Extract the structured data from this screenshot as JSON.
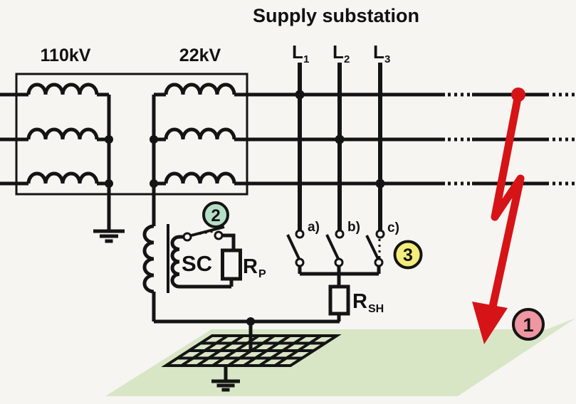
{
  "title": "Supply substation",
  "transformer": {
    "hv_label": "110kV",
    "lv_label": "22kV"
  },
  "feeders": {
    "l1": {
      "main": "L",
      "sub": "1"
    },
    "l2": {
      "main": "L",
      "sub": "2"
    },
    "l3": {
      "main": "L",
      "sub": "3"
    }
  },
  "switch_bank": {
    "a": "a)",
    "b": "b)",
    "c": "c)"
  },
  "components": {
    "suppression_coil": "SC",
    "parallel_resistor": {
      "main": "R",
      "sub": "P"
    },
    "shunt_resistor": {
      "main": "R",
      "sub": "SH"
    }
  },
  "markers": {
    "m1": {
      "label": "1",
      "fill": "#ee96a1"
    },
    "m2": {
      "label": "2",
      "fill": "#b5dec6"
    },
    "m3": {
      "label": "3",
      "fill": "#f4ed7c"
    }
  },
  "colors": {
    "line_black": "#141414",
    "fault_red": "#d61317",
    "ground_green": "#d8e6c6",
    "background": "#f6f5f2"
  }
}
